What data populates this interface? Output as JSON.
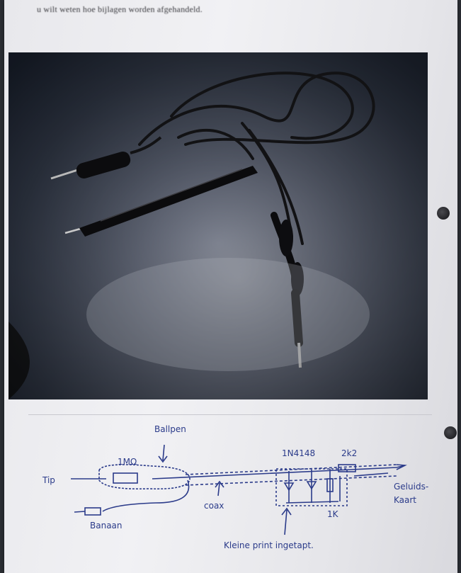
{
  "page": {
    "top_line": "u wilt weten hoe bijlagen worden afgehandeld."
  },
  "sketch": {
    "labels": {
      "ballpen": "Ballpen",
      "resistor": "1MΩ",
      "diode": "1N4148",
      "resistor2": "2k2",
      "tip": "Tip",
      "coax": "coax",
      "output": "Geluids-",
      "output2": "Kaart",
      "banaan": "Banaan",
      "r_1k": "1K",
      "note": "Kleine print ingetapt."
    }
  },
  "colors": {
    "ink": "#2b3b8a",
    "paper": "#eeeef1",
    "photo_bg": "#4b5568"
  }
}
